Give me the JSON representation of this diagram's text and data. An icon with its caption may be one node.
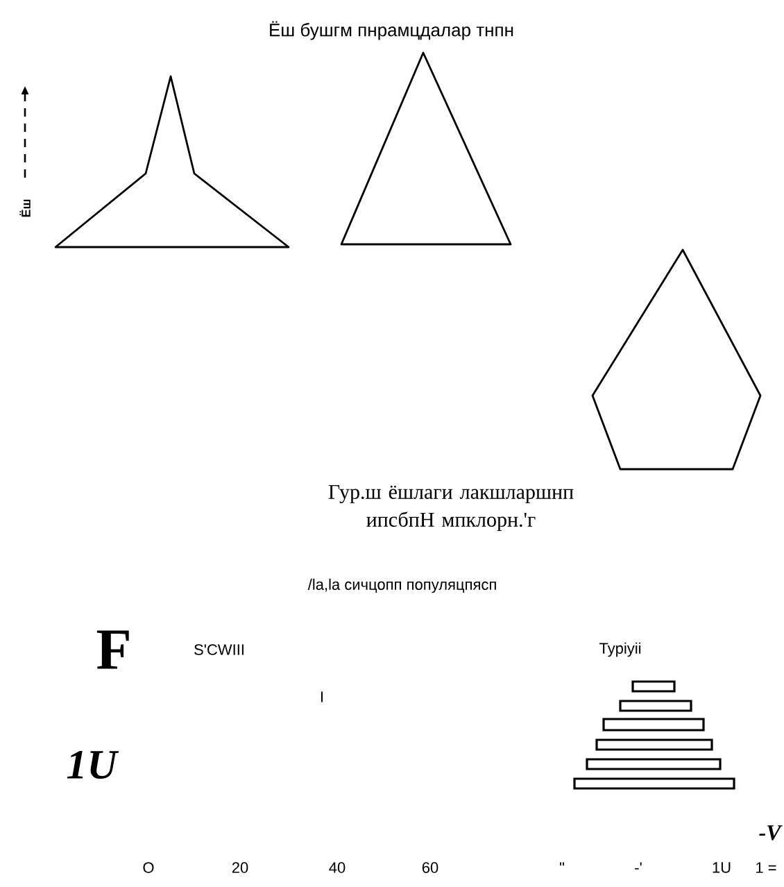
{
  "diagram": {
    "title": "Ёш бушгм пнрамцдалар тнпн",
    "labels": [
      "Ёш",
      "Гур.ш ёшлаги лакшларшнп ипсбпН мпклорн.'г",
      "/la,la сичцопп популяцпясп",
      "F",
      "S'CWIII",
      "Typiyii",
      "I",
      "1U",
      "-V",
      "O",
      "20",
      "40",
      "60",
      "\"",
      "-'",
      "1U",
      "1 ="
    ]
  }
}
